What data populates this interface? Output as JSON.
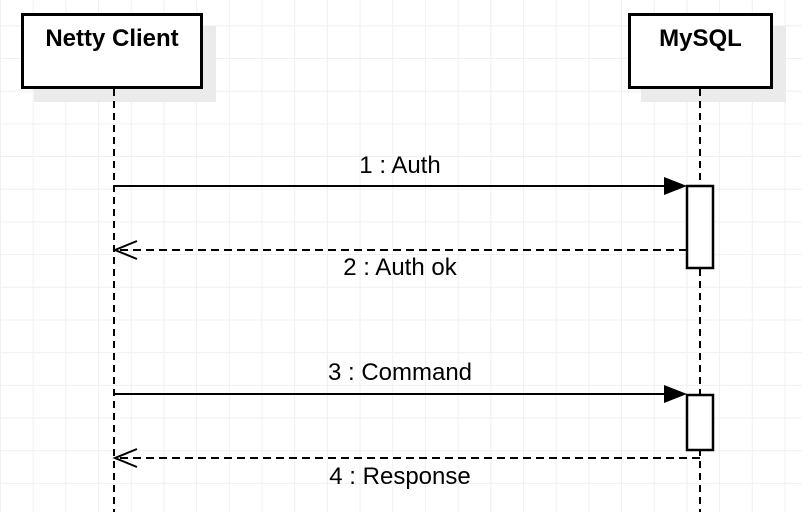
{
  "diagram": {
    "kind": "uml-sequence-diagram",
    "actors": [
      {
        "name": "Netty Client"
      },
      {
        "name": "MySQL"
      }
    ],
    "messages": [
      {
        "label": "1 : Auth",
        "from": "Netty Client",
        "to": "MySQL",
        "line_style": "solid",
        "arrowhead": "filled-triangle"
      },
      {
        "label": "2 : Auth ok",
        "from": "MySQL",
        "to": "Netty Client",
        "line_style": "dashed",
        "arrowhead": "open"
      },
      {
        "label": "3 : Command",
        "from": "Netty Client",
        "to": "MySQL",
        "line_style": "solid",
        "arrowhead": "filled-triangle"
      },
      {
        "label": "4 : Response",
        "from": "MySQL",
        "to": "Netty Client",
        "line_style": "dashed",
        "arrowhead": "open"
      }
    ],
    "activations": [
      {
        "actor": "MySQL",
        "starts_at_message": "1 : Auth",
        "ends_after_message": "2 : Auth ok"
      },
      {
        "actor": "MySQL",
        "starts_at_message": "3 : Command",
        "ends_after_message": "4 : Response"
      }
    ],
    "colors": {
      "stroke": "#000000",
      "background": "#ffffff",
      "grid_line": "#f0f0f0",
      "box_shadow": "#ebebeb",
      "shape_fill": "#ffffff"
    }
  }
}
